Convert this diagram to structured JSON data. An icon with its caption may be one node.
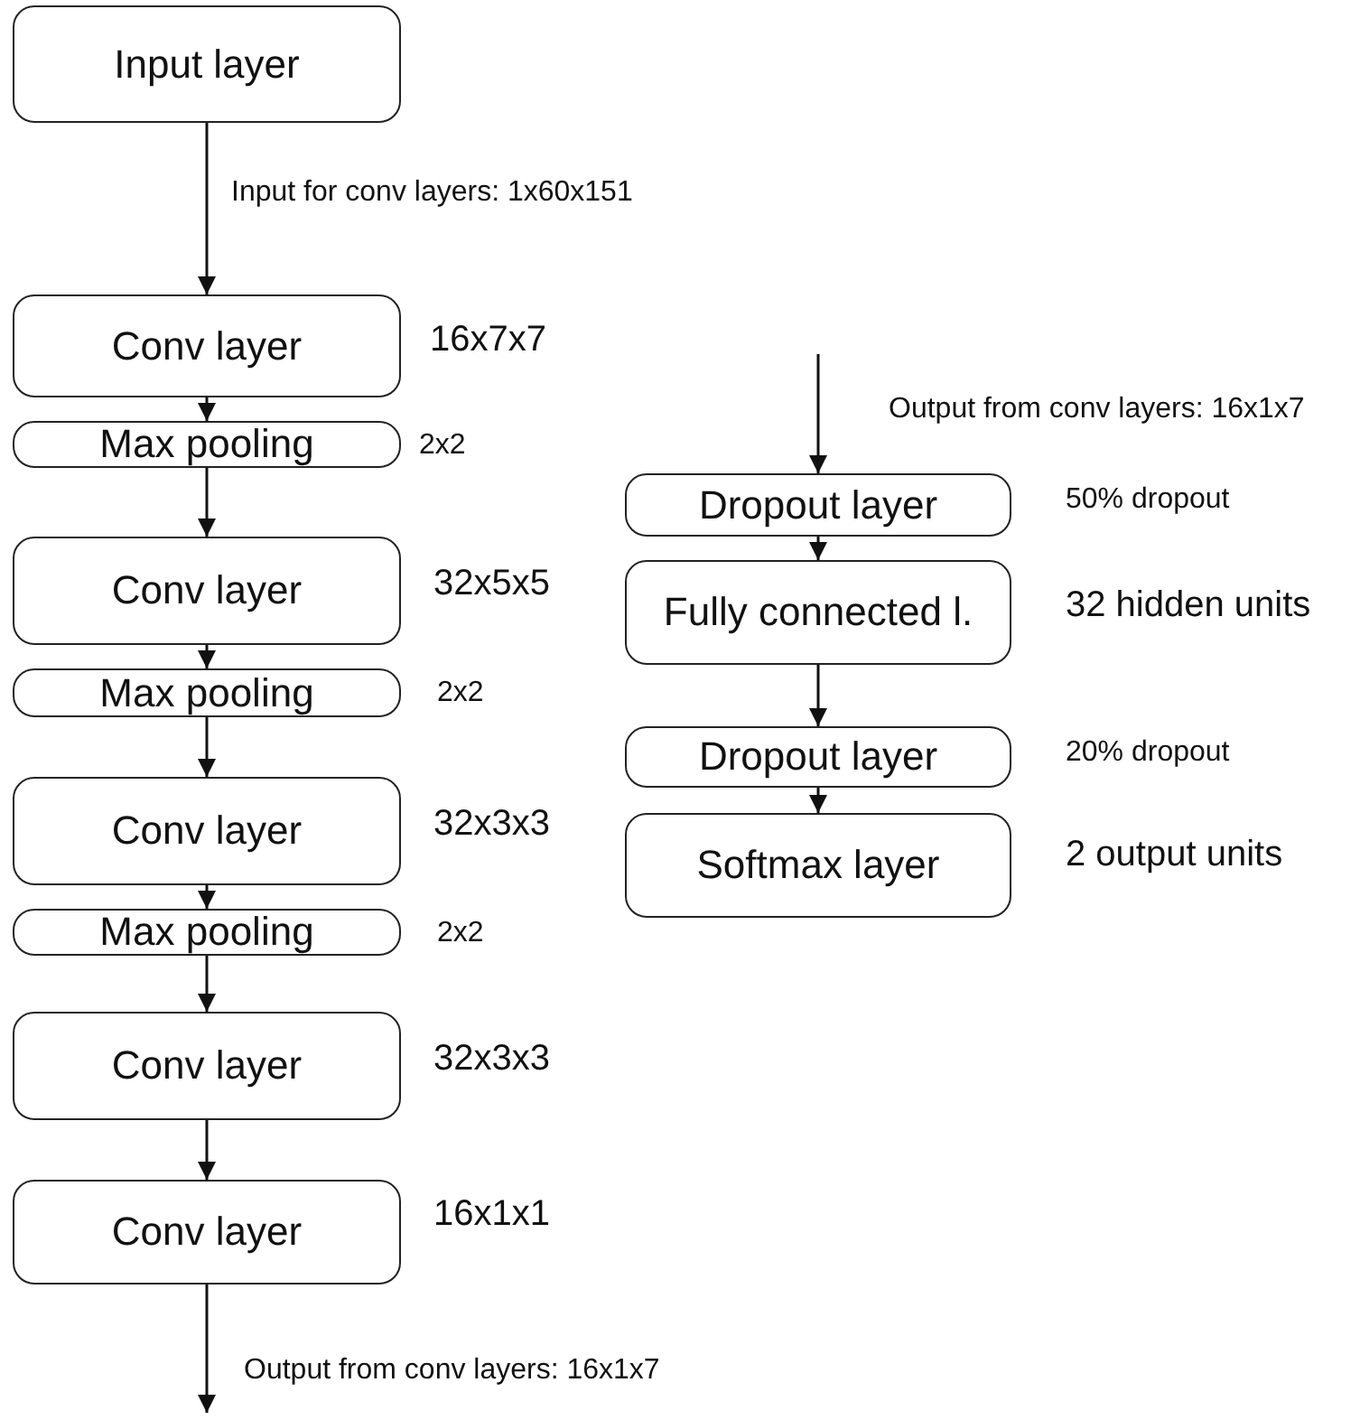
{
  "diagram": {
    "nodes": [
      {
        "text": [
          "Input layer"
        ]
      },
      {
        "text": [
          "Conv layer"
        ],
        "beside": [
          "16x7x7"
        ]
      },
      {
        "text": [
          "Max pooling"
        ],
        "beside": [
          "2x2"
        ]
      },
      {
        "text": [
          "Conv layer"
        ],
        "beside": [
          "32x5x5"
        ]
      },
      {
        "text": [
          "Max pooling"
        ],
        "beside": [
          "2x2"
        ]
      },
      {
        "text": [
          "Conv layer"
        ],
        "beside": [
          "32x3x3"
        ]
      },
      {
        "text": [
          "Max pooling"
        ],
        "beside": [
          "2x2"
        ]
      },
      {
        "text": [
          "Conv layer"
        ],
        "beside": [
          "32x3x3"
        ]
      },
      {
        "text": [
          "Conv layer"
        ],
        "beside": [
          "16x1x1"
        ]
      },
      {
        "text": [
          "Dropout layer"
        ],
        "beside": [
          "50% dropout"
        ]
      },
      {
        "text": [
          "Fully connected l."
        ],
        "beside": [
          "32 hidden units"
        ]
      },
      {
        "text": [
          "Dropout layer"
        ],
        "beside": [
          "20% dropout"
        ]
      },
      {
        "text": [
          "Softmax layer"
        ],
        "beside": [
          "2 output units"
        ]
      }
    ],
    "edges": [
      {
        "from": 0,
        "to": 1,
        "arrow": "to",
        "label": "Input for conv layers: 1x60x151"
      },
      {
        "from": 1,
        "to": 2,
        "arrow": "to"
      },
      {
        "from": 2,
        "to": 3,
        "arrow": "to"
      },
      {
        "from": 3,
        "to": 4,
        "arrow": "to"
      },
      {
        "from": 4,
        "to": 5,
        "arrow": "to"
      },
      {
        "from": 5,
        "to": 6,
        "arrow": "to"
      },
      {
        "from": 6,
        "to": 7,
        "arrow": "to"
      },
      {
        "from": 7,
        "to": 8,
        "arrow": "to"
      },
      {
        "from": 8,
        "to": null,
        "arrow": "to",
        "label": "Output from conv layers: 16x1x7"
      },
      {
        "from": null,
        "to": 9,
        "arrow": "to",
        "label": "Output from conv layers: 16x1x7"
      },
      {
        "from": 9,
        "to": 10,
        "arrow": "to"
      },
      {
        "from": 10,
        "to": 11,
        "arrow": "to"
      },
      {
        "from": 11,
        "to": 12,
        "arrow": "to"
      }
    ]
  }
}
